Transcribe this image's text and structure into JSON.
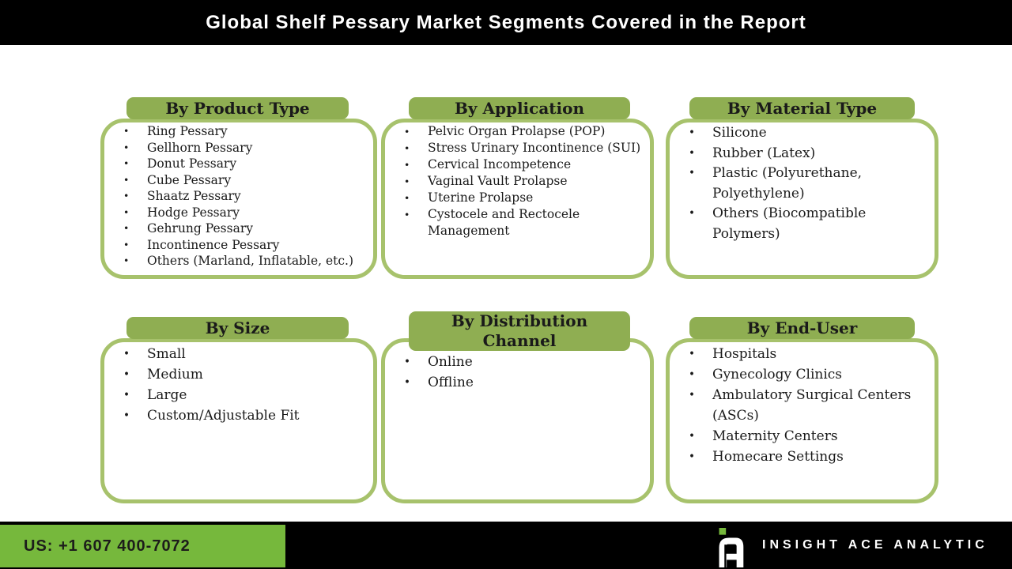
{
  "title": "Global Shelf Pessary Market Segments Covered in the Report",
  "boxes": [
    {
      "header": "By Product Type",
      "items": [
        "Ring Pessary",
        "Gellhorn Pessary",
        "Donut Pessary",
        "Cube Pessary",
        "Shaatz Pessary",
        "Hodge Pessary",
        "Gehrung Pessary",
        "Incontinence Pessary",
        "Others (Marland, Inflatable, etc.)"
      ]
    },
    {
      "header": "By Application",
      "items": [
        "Pelvic Organ Prolapse (POP)",
        "Stress Urinary Incontinence (SUI)",
        "Cervical Incompetence",
        "Vaginal Vault Prolapse",
        "Uterine Prolapse",
        "Cystocele and Rectocele\nManagement"
      ]
    },
    {
      "header": "By Material Type",
      "items": [
        "Silicone",
        "Rubber (Latex)",
        "Plastic (Polyurethane,\nPolyethylene)",
        "Others (Biocompatible\nPolymers)"
      ]
    },
    {
      "header": "By Size",
      "items": [
        "Small",
        "Medium",
        "Large",
        "Custom/Adjustable Fit"
      ]
    },
    {
      "header": "By Distribution\nChannel",
      "items": [
        "Online",
        "Offline"
      ]
    },
    {
      "header": "By End-User",
      "items": [
        "Hospitals",
        "Gynecology Clinics",
        "Ambulatory Surgical Centers\n(ASCs)",
        "Maternity Centers",
        "Homecare Settings"
      ]
    }
  ],
  "footer": {
    "phone": "US: +1 607 400-7072",
    "brand": "INSIGHT ACE ANALYTIC",
    "logo": "insight-ace-monogram-icon"
  },
  "colors": {
    "bar_black": "#000000",
    "title_text": "#FFFFFF",
    "header_tab_green": "#8FAE52",
    "box_border_green": "#A7C26C",
    "footer_green": "#76B83C",
    "body_text": "#1A1A1A"
  }
}
